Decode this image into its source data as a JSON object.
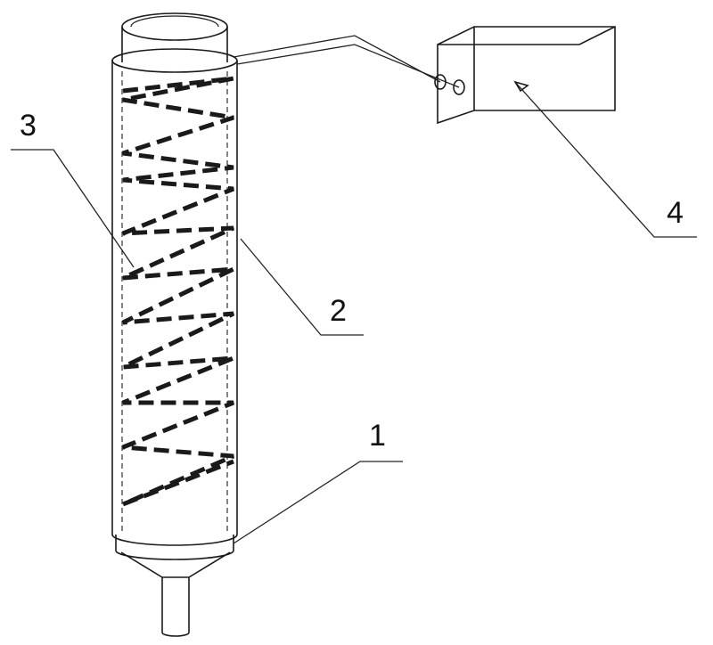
{
  "labels": {
    "part1": "1",
    "part2": "2",
    "part3": "3",
    "part4": "4"
  },
  "colors": {
    "ink": "#1a1a1a",
    "background": "#ffffff"
  }
}
